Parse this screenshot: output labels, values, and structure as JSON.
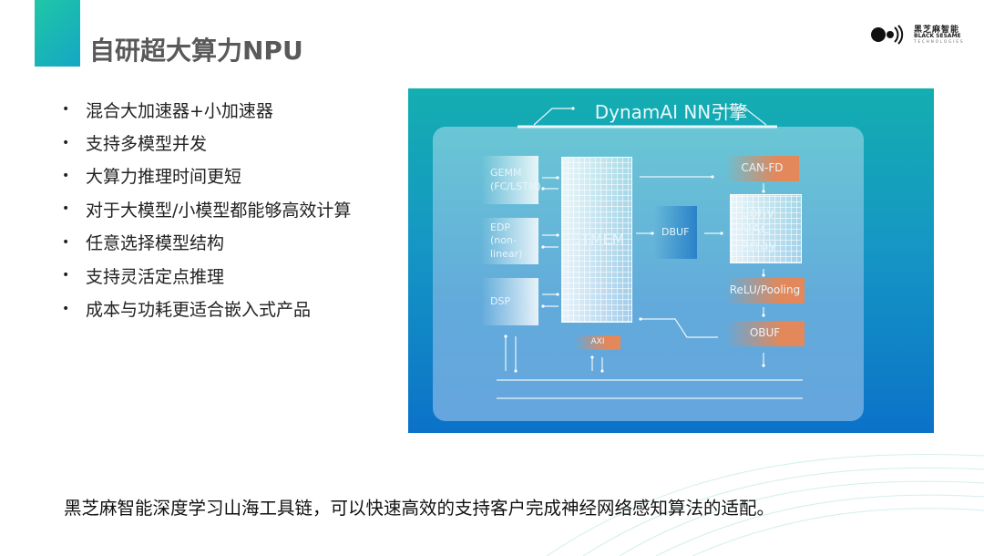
{
  "title": "自研超大算力NPU",
  "logo": {
    "cn": "黑芝麻智能",
    "en": "BLACK SESAME",
    "en_sub": "TECHNOLOGIES"
  },
  "bullets": [
    "混合大加速器+小加速器",
    "支持多模型并发",
    "大算力推理时间更短",
    "对于大模型/小模型都能够高效计算",
    "任意选择模型结构",
    "支持灵活定点推理",
    "成本与功耗更适合嵌入式产品"
  ],
  "diagram": {
    "title": "DynamAI NN引擎",
    "gemm": "GEMM\n(FC/LSTM)",
    "gemm1": "GEMM",
    "gemm2": "(FC/LSTM)",
    "edp1": "EDP",
    "edp2": "(non-linear)",
    "dsp": "DSP",
    "btmem": "BTMEM",
    "dbuf": "DBUF",
    "canfd": "CAN-FD",
    "conv1": "Conv",
    "conv2": "MAC",
    "conv3": "Array",
    "relu": "ReLU/Pooling",
    "obuf": "OBUF",
    "axi": "AXI"
  },
  "footer": "黑芝麻智能深度学习山海工具链，可以快速高效的支持客户完成神经网络感知算法的适配。",
  "colors": {
    "accent": "#1fc7a6",
    "orange_block": "#e2885a",
    "diagram_bg": "#1597c4"
  }
}
